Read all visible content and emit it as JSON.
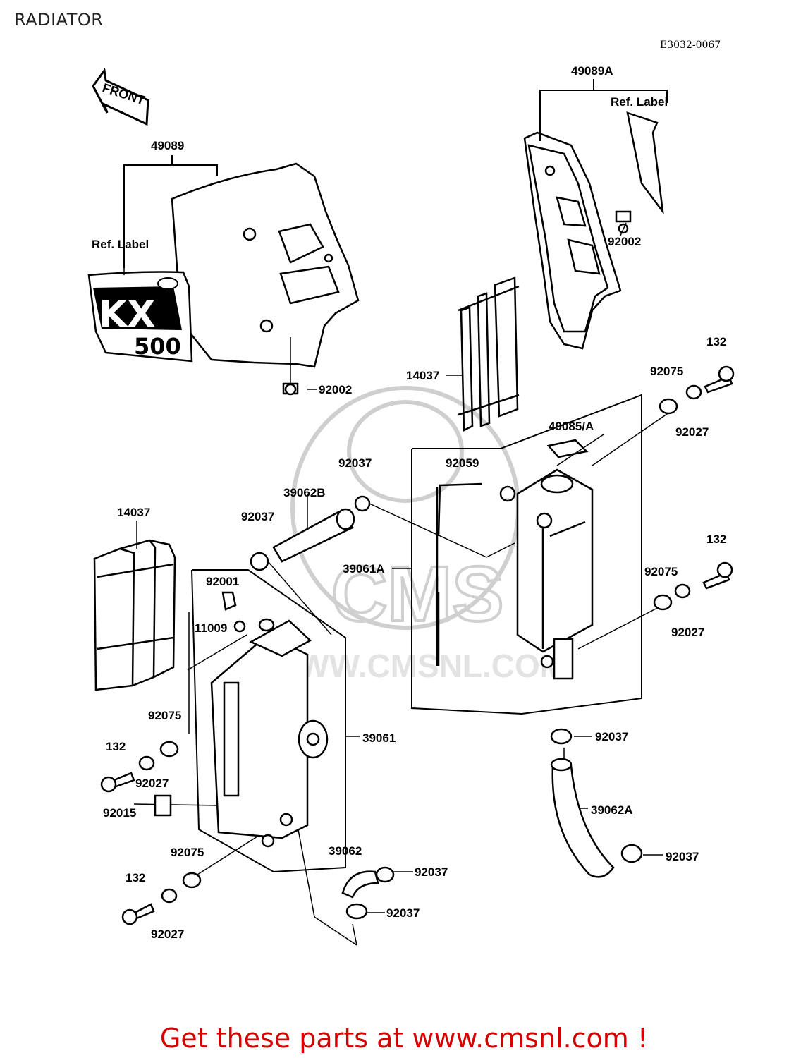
{
  "header": {
    "title": "RADIATOR",
    "diagram_code": "E3032-0067"
  },
  "front_arrow": "FRONT",
  "decal": {
    "brand": "KX",
    "model": "500"
  },
  "watermark": {
    "text": "WWW.CMSNL.COM",
    "logo": "CMS"
  },
  "footer": {
    "cta": "Get these parts at www.cmsnl.com !"
  },
  "labels": {
    "l49089": "49089",
    "l49089A": "49089A",
    "ref_label_left": "Ref. Label",
    "ref_label_right": "Ref. Label",
    "l92002_right": "92002",
    "l92002_left": "92002",
    "l14037_top": "14037",
    "l14037_left": "14037",
    "l132_a": "132",
    "l92075_a": "92075",
    "l92027_a": "92027",
    "l49085A": "49085/A",
    "l92059": "92059",
    "l92037_a": "92037",
    "l39062B": "39062B",
    "l92037_b": "92037",
    "l39061A": "39061A",
    "l132_b": "132",
    "l92075_b": "92075",
    "l92027_b": "92027",
    "l92001": "92001",
    "l11009": "11009",
    "l92075_c": "92075",
    "l39061": "39061",
    "l132_c": "132",
    "l92027_c": "92027",
    "l92015": "92015",
    "l92075_d": "92075",
    "l132_d": "132",
    "l92027_d": "92027",
    "l39062": "39062",
    "l92037_c": "92037",
    "l92037_d": "92037",
    "l92037_e": "92037",
    "l39062A": "39062A",
    "l92037_f": "92037"
  }
}
